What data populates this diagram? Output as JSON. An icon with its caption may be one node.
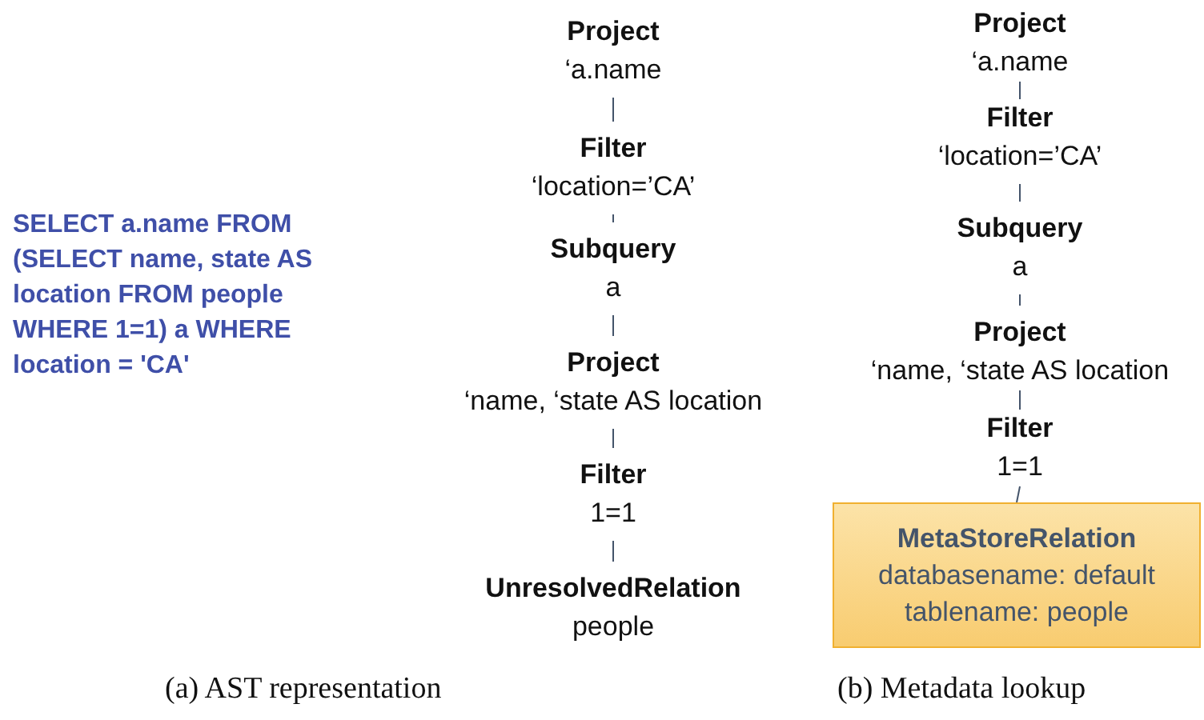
{
  "diagram": {
    "nodes": [
      {
        "text": [
          "Project",
          "‘a.name"
        ]
      },
      {
        "text": [
          "Filter",
          "‘location=’CA’"
        ]
      },
      {
        "text": [
          "Subquery",
          "a"
        ]
      },
      {
        "text": [
          "Project",
          "‘name, ‘state AS location"
        ]
      },
      {
        "text": [
          "Filter",
          "1=1"
        ]
      },
      {
        "text": [
          "UnresolvedRelation",
          "people"
        ]
      },
      {
        "text": [
          "Project",
          "‘a.name"
        ]
      },
      {
        "text": [
          "Filter",
          "‘location=’CA’"
        ]
      },
      {
        "text": [
          "Subquery",
          "a"
        ]
      },
      {
        "text": [
          "Project",
          "‘name, ‘state AS location"
        ]
      },
      {
        "text": [
          "Filter",
          "1=1"
        ]
      },
      {
        "text": [
          "MetaStoreRelation",
          "databasename: default",
          "tablename: people"
        ]
      }
    ],
    "edges": [
      {
        "from": 0,
        "to": 1,
        "arrow": "none"
      },
      {
        "from": 1,
        "to": 2,
        "arrow": "none"
      },
      {
        "from": 2,
        "to": 3,
        "arrow": "none"
      },
      {
        "from": 3,
        "to": 4,
        "arrow": "none"
      },
      {
        "from": 4,
        "to": 5,
        "arrow": "none"
      },
      {
        "from": 6,
        "to": 7,
        "arrow": "none"
      },
      {
        "from": 7,
        "to": 8,
        "arrow": "none"
      },
      {
        "from": 8,
        "to": 9,
        "arrow": "none"
      },
      {
        "from": 9,
        "to": 10,
        "arrow": "none"
      },
      {
        "from": 10,
        "to": 11,
        "arrow": "none"
      }
    ],
    "labels": [
      "SELECT a.name FROM (SELECT name, state AS location FROM people WHERE 1=1) a WHERE location = 'CA'",
      "(a) AST representation",
      "(b) Metadata lookup"
    ]
  }
}
